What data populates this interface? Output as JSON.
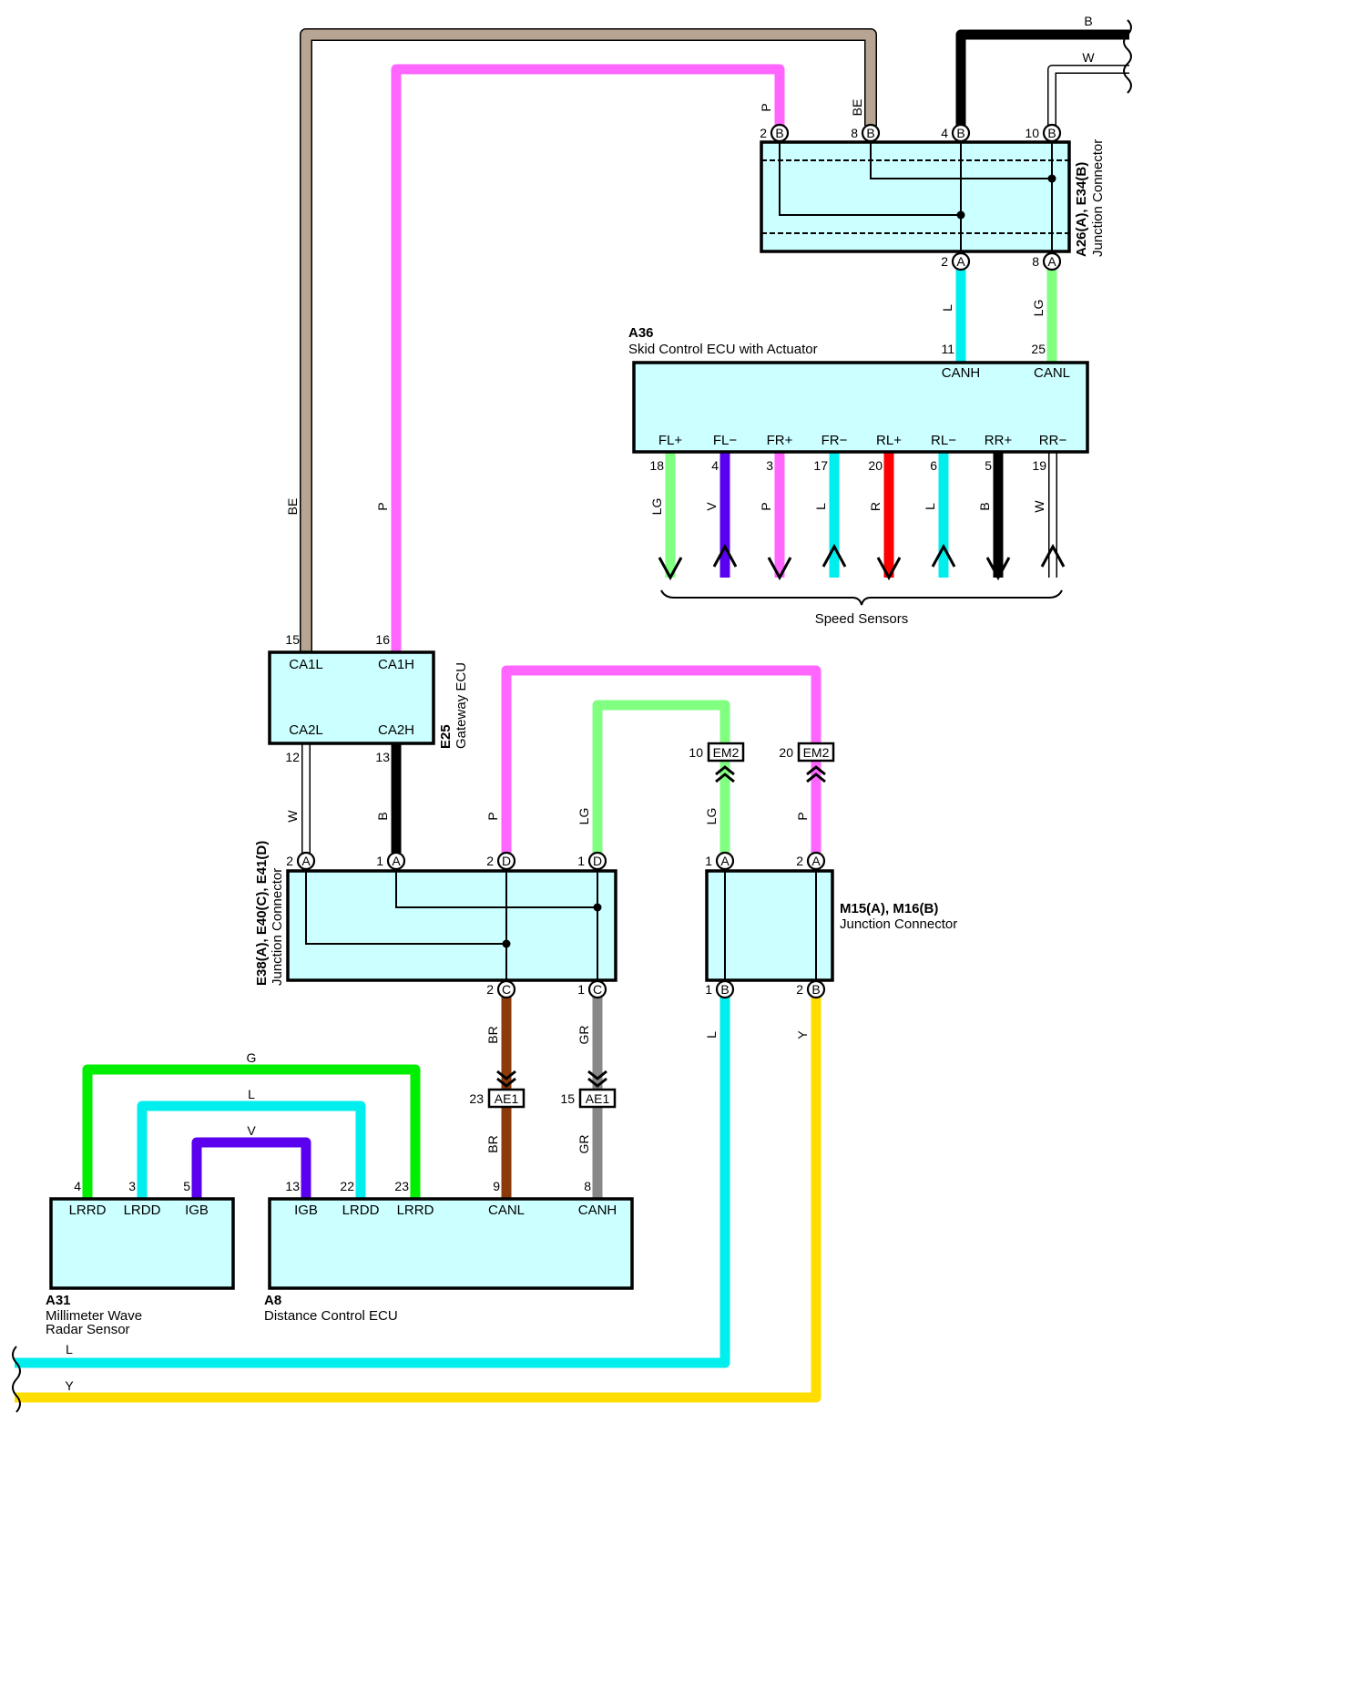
{
  "colors": {
    "BE": "#b8a492",
    "P": "#ff66ff",
    "B": "#000000",
    "W": "#ffffff",
    "L": "#00eeee",
    "LG": "#80ff80",
    "V": "#5a00ee",
    "R": "#ff0000",
    "G": "#00ee00",
    "BR": "#8b3a0a",
    "GR": "#888888",
    "Y": "#ffdd00",
    "box_fill": "#ccffff"
  },
  "components": {
    "a26": {
      "name": "A26(A), E34(B)",
      "desc": "Junction Connector"
    },
    "a36": {
      "name": "A36",
      "desc": "Skid Control ECU with Actuator",
      "pins": [
        "CANH",
        "CANL",
        "FL+",
        "FL−",
        "FR+",
        "FR−",
        "RL+",
        "RL−",
        "RR+",
        "RR−"
      ]
    },
    "e25": {
      "name": "E25",
      "desc": "Gateway ECU",
      "pins": [
        "CA1L",
        "CA1H",
        "CA2L",
        "CA2H"
      ]
    },
    "e38": {
      "name": "E38(A), E40(C), E41(D)",
      "desc": "Junction Connector"
    },
    "m15": {
      "name": "M15(A), M16(B)",
      "desc": "Junction Connector"
    },
    "a31": {
      "name": "A31",
      "desc1": "Millimeter Wave",
      "desc2": "Radar Sensor",
      "pins": [
        "LRRD",
        "LRDD",
        "IGB"
      ]
    },
    "a8": {
      "name": "A8",
      "desc": "Distance Control ECU",
      "pins": [
        "IGB",
        "LRDD",
        "LRRD",
        "CANL",
        "CANH"
      ]
    }
  },
  "speed_sensors_label": "Speed Sensors",
  "connector_tags": {
    "em2": "EM2",
    "ae1": "AE1"
  },
  "connector_letters": {
    "a": "A",
    "b": "B",
    "c": "C",
    "d": "D"
  },
  "pin_numbers": {
    "a26_top": [
      "2",
      "8",
      "4",
      "10"
    ],
    "a26_bottom": [
      "2",
      "8"
    ],
    "a36_top": [
      "11",
      "25"
    ],
    "a36_bottom": [
      "18",
      "4",
      "3",
      "17",
      "20",
      "6",
      "5",
      "19"
    ],
    "e25_top": [
      "15",
      "16"
    ],
    "e25_bottom": [
      "12",
      "13"
    ],
    "e38_top": [
      "2",
      "1",
      "2",
      "1"
    ],
    "e38_bottom": [
      "2",
      "1"
    ],
    "m15_top": [
      "1",
      "2"
    ],
    "m15_bottom": [
      "1",
      "2"
    ],
    "em2": [
      "10",
      "20"
    ],
    "ae1": [
      "23",
      "15"
    ],
    "a31": [
      "4",
      "3",
      "5"
    ],
    "a8": [
      "13",
      "22",
      "23",
      "9",
      "8"
    ]
  },
  "wire_codes": {
    "right_b": "B",
    "right_w": "W",
    "p": "P",
    "be": "BE",
    "b": "B",
    "w": "W",
    "l": "L",
    "lg": "LG",
    "v": "V",
    "r": "R",
    "g": "G",
    "br": "BR",
    "gr": "GR",
    "y": "Y"
  }
}
